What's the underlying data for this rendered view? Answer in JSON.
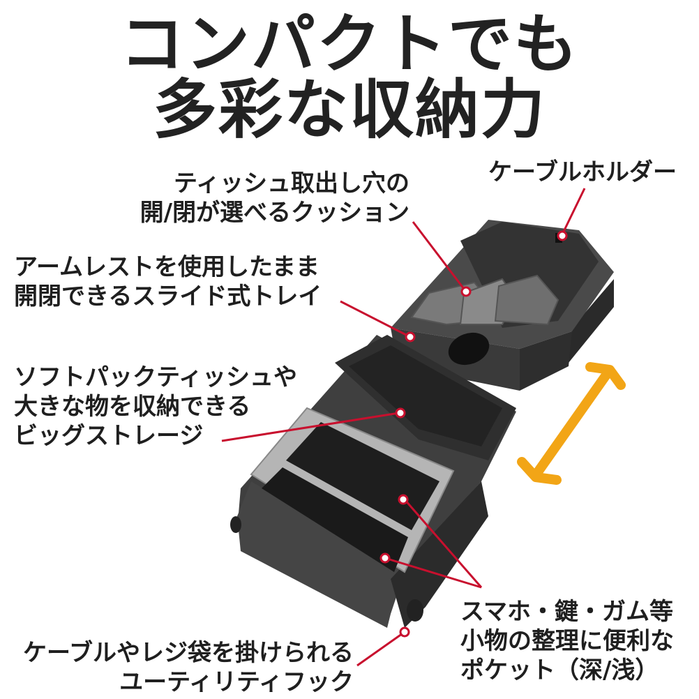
{
  "headline": {
    "line1": "コンパクトでも",
    "line2": "多彩な収納力"
  },
  "callouts": {
    "tissue_cushion": {
      "line1": "ティッシュ取出し穴の",
      "line2": "開/閉が選べるクッション"
    },
    "cable_holder": {
      "line1": "ケーブルホルダー"
    },
    "slide_tray": {
      "line1": "アームレストを使用したまま",
      "line2": "開閉できるスライド式トレイ"
    },
    "big_storage": {
      "line1": "ソフトパックティッシュや",
      "line2": "大きな物を収納できる",
      "line3": "ビッグストレージ"
    },
    "pockets": {
      "line1": "スマホ・鍵・ガム等",
      "line2": "小物の整理に便利な",
      "line3": "ポケット（深/浅）"
    },
    "utility_hook": {
      "line1": "ケーブルやレジ袋を掛けられる",
      "line2": "ユーティリティフック"
    }
  },
  "colors": {
    "leader": "#c8102e",
    "arrow": "#f2a516",
    "body": "#3d3d3d",
    "text": "#1f1f1f"
  },
  "icons": [
    "double-arrow-icon"
  ]
}
